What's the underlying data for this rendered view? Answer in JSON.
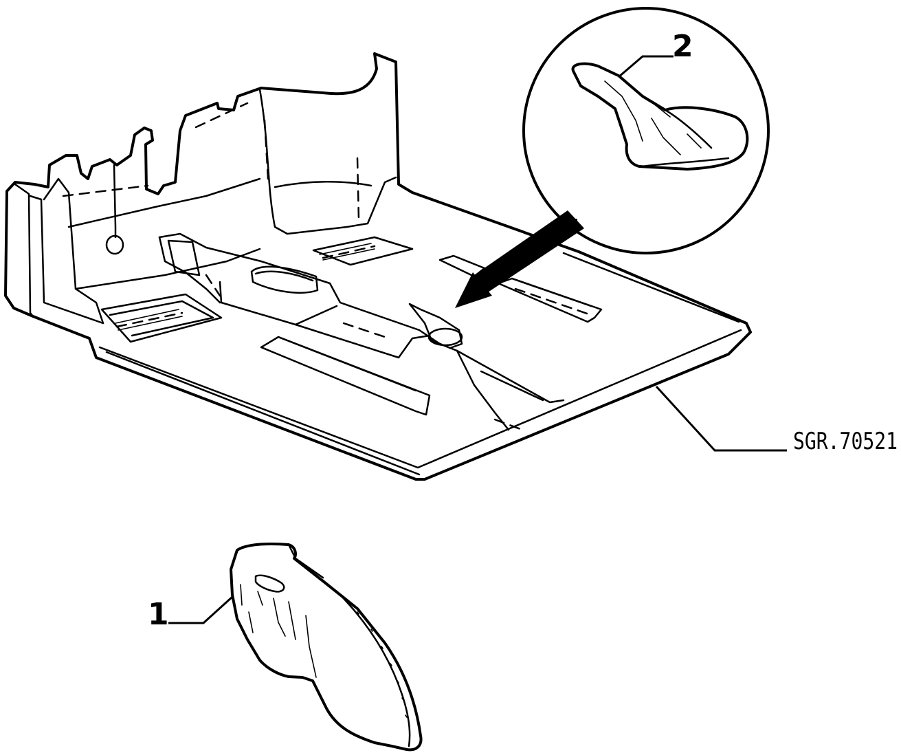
{
  "callouts": {
    "part_1": {
      "number": "1"
    },
    "part_2": {
      "number": "2"
    }
  },
  "reference_code": "SGR.70521",
  "colors": {
    "ink": "#000000",
    "paper": "#ffffff"
  }
}
